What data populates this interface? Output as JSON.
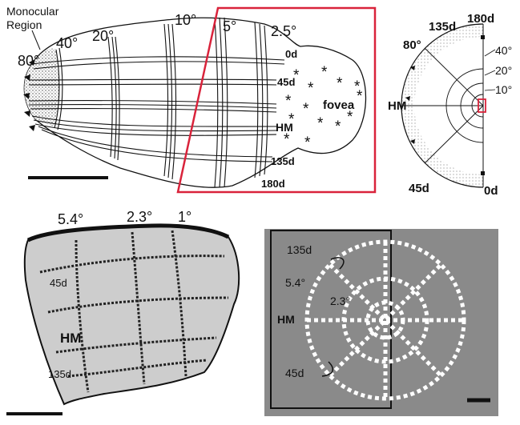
{
  "top_map": {
    "monocular_region": [
      "Monocular",
      "Region"
    ],
    "eccentricity_labels": [
      "80°",
      "40°",
      "20°",
      "10°",
      "5°",
      "2.5°"
    ],
    "meridian_labels": [
      "0d",
      "45d",
      "HM",
      "135d",
      "180d"
    ],
    "fovea": "fovea"
  },
  "visual_field": {
    "meridian_top": "180d",
    "meridian_upper": "135d",
    "meridian_left": "HM",
    "meridian_lower": "45d",
    "meridian_bottom": "0d",
    "outer": "80°",
    "rings": [
      "40°",
      "20°",
      "10°"
    ]
  },
  "histology": {
    "eccentricity_labels": [
      "5.4°",
      "2.3°",
      "1°"
    ],
    "meridian_labels": [
      "45d",
      "HM",
      "135d"
    ]
  },
  "stimulus": {
    "labels": [
      "135d",
      "5.4°",
      "2.3°",
      "HM",
      "45d"
    ]
  },
  "colors": {
    "highlight": "#d9233b",
    "ink": "#111111",
    "stimulus_bg": "#8a8a8a",
    "tissue": "#cfcfcf"
  }
}
